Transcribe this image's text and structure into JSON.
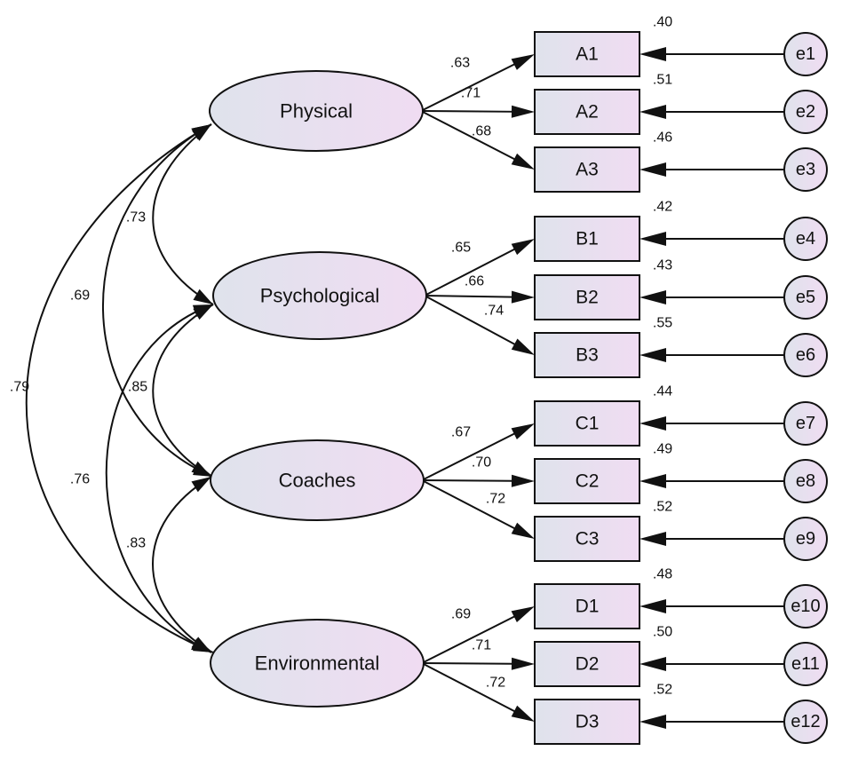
{
  "latents": [
    {
      "id": "physical",
      "label": "Physical"
    },
    {
      "id": "psychological",
      "label": "Psychological"
    },
    {
      "id": "coaches",
      "label": "Coaches"
    },
    {
      "id": "environmental",
      "label": "Environmental"
    }
  ],
  "indicators": [
    {
      "label": "A1",
      "latent": "physical",
      "loading": ".63",
      "r2": ".40",
      "error": "e1"
    },
    {
      "label": "A2",
      "latent": "physical",
      "loading": ".71",
      "r2": ".51",
      "error": "e2"
    },
    {
      "label": "A3",
      "latent": "physical",
      "loading": ".68",
      "r2": ".46",
      "error": "e3"
    },
    {
      "label": "B1",
      "latent": "psychological",
      "loading": ".65",
      "r2": ".42",
      "error": "e4"
    },
    {
      "label": "B2",
      "latent": "psychological",
      "loading": ".66",
      "r2": ".43",
      "error": "e5"
    },
    {
      "label": "B3",
      "latent": "psychological",
      "loading": ".74",
      "r2": ".55",
      "error": "e6"
    },
    {
      "label": "C1",
      "latent": "coaches",
      "loading": ".67",
      "r2": ".44",
      "error": "e7"
    },
    {
      "label": "C2",
      "latent": "coaches",
      "loading": ".70",
      "r2": ".49",
      "error": "e8"
    },
    {
      "label": "C3",
      "latent": "coaches",
      "loading": ".72",
      "r2": ".52",
      "error": "e9"
    },
    {
      "label": "D1",
      "latent": "environmental",
      "loading": ".69",
      "r2": ".48",
      "error": "e10"
    },
    {
      "label": "D2",
      "latent": "environmental",
      "loading": ".71",
      "r2": ".50",
      "error": "e11"
    },
    {
      "label": "D3",
      "latent": "environmental",
      "loading": ".72",
      "r2": ".52",
      "error": "e12"
    }
  ],
  "correlations": [
    {
      "from": "physical",
      "to": "psychological",
      "value": ".73"
    },
    {
      "from": "physical",
      "to": "coaches",
      "value": ".69"
    },
    {
      "from": "physical",
      "to": "environmental",
      "value": ".79"
    },
    {
      "from": "psychological",
      "to": "coaches",
      "value": ".85"
    },
    {
      "from": "psychological",
      "to": "environmental",
      "value": ".76"
    },
    {
      "from": "coaches",
      "to": "environmental",
      "value": ".83"
    }
  ],
  "colors": {
    "fill_start": "#dfe3ec",
    "fill_end": "#f0dcf2",
    "stroke": "#111111"
  }
}
